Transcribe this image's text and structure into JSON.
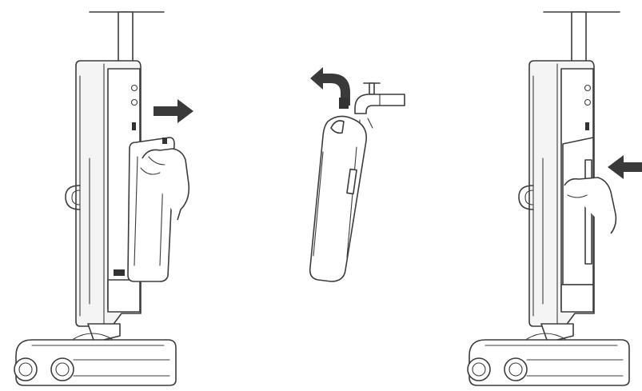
{
  "diagram": {
    "steps": [
      {
        "id": "remove-tank",
        "arrow_direction": "right"
      },
      {
        "id": "rinse-tank",
        "arrow_direction": "curved-left"
      },
      {
        "id": "insert-tank",
        "arrow_direction": "left"
      }
    ],
    "colors": {
      "line": "#3c3c3c",
      "arrow": "#3a3a3a",
      "background": "#ffffff",
      "panel": "#f4f4f4"
    }
  }
}
